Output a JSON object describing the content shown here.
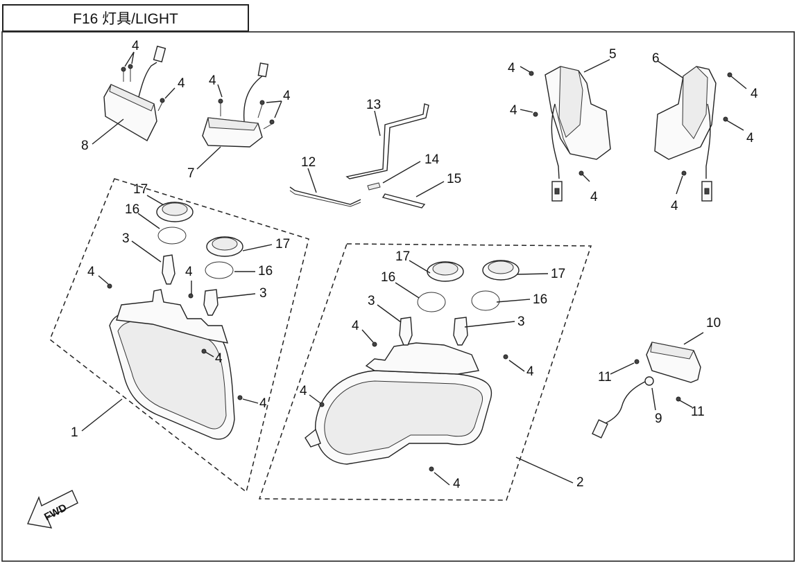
{
  "diagram": {
    "title": "F16 灯具/LIGHT",
    "fwd_label": "FWD",
    "callouts": [
      {
        "id": "c-8",
        "label": "8"
      },
      {
        "id": "c-4-a",
        "label": "4"
      },
      {
        "id": "c-4-b",
        "label": "4"
      },
      {
        "id": "c-4-c",
        "label": "4"
      },
      {
        "id": "c-4-d",
        "label": "4"
      },
      {
        "id": "c-7",
        "label": "7"
      },
      {
        "id": "c-13",
        "label": "13"
      },
      {
        "id": "c-12",
        "label": "12"
      },
      {
        "id": "c-14",
        "label": "14"
      },
      {
        "id": "c-15",
        "label": "15"
      },
      {
        "id": "c-4-e",
        "label": "4"
      },
      {
        "id": "c-5",
        "label": "5"
      },
      {
        "id": "c-4-f",
        "label": "4"
      },
      {
        "id": "c-4-g",
        "label": "4"
      },
      {
        "id": "c-6",
        "label": "6"
      },
      {
        "id": "c-4-h",
        "label": "4"
      },
      {
        "id": "c-4-i",
        "label": "4"
      },
      {
        "id": "c-4-j",
        "label": "4"
      },
      {
        "id": "c-17-a",
        "label": "17"
      },
      {
        "id": "c-16-a",
        "label": "16"
      },
      {
        "id": "c-3-a",
        "label": "3"
      },
      {
        "id": "c-17-b",
        "label": "17"
      },
      {
        "id": "c-16-b",
        "label": "16"
      },
      {
        "id": "c-4-k",
        "label": "4"
      },
      {
        "id": "c-4-l",
        "label": "4"
      },
      {
        "id": "c-3-b",
        "label": "3"
      },
      {
        "id": "c-4-m",
        "label": "4"
      },
      {
        "id": "c-4-n",
        "label": "4"
      },
      {
        "id": "c-1",
        "label": "1"
      },
      {
        "id": "c-17-c",
        "label": "17"
      },
      {
        "id": "c-17-d",
        "label": "17"
      },
      {
        "id": "c-16-c",
        "label": "16"
      },
      {
        "id": "c-16-d",
        "label": "16"
      },
      {
        "id": "c-3-c",
        "label": "3"
      },
      {
        "id": "c-3-d",
        "label": "3"
      },
      {
        "id": "c-4-o",
        "label": "4"
      },
      {
        "id": "c-4-p",
        "label": "4"
      },
      {
        "id": "c-4-q",
        "label": "4"
      },
      {
        "id": "c-4-r",
        "label": "4"
      },
      {
        "id": "c-2",
        "label": "2"
      },
      {
        "id": "c-10",
        "label": "10"
      },
      {
        "id": "c-11-a",
        "label": "11"
      },
      {
        "id": "c-11-b",
        "label": "11"
      },
      {
        "id": "c-9",
        "label": "9"
      }
    ]
  }
}
